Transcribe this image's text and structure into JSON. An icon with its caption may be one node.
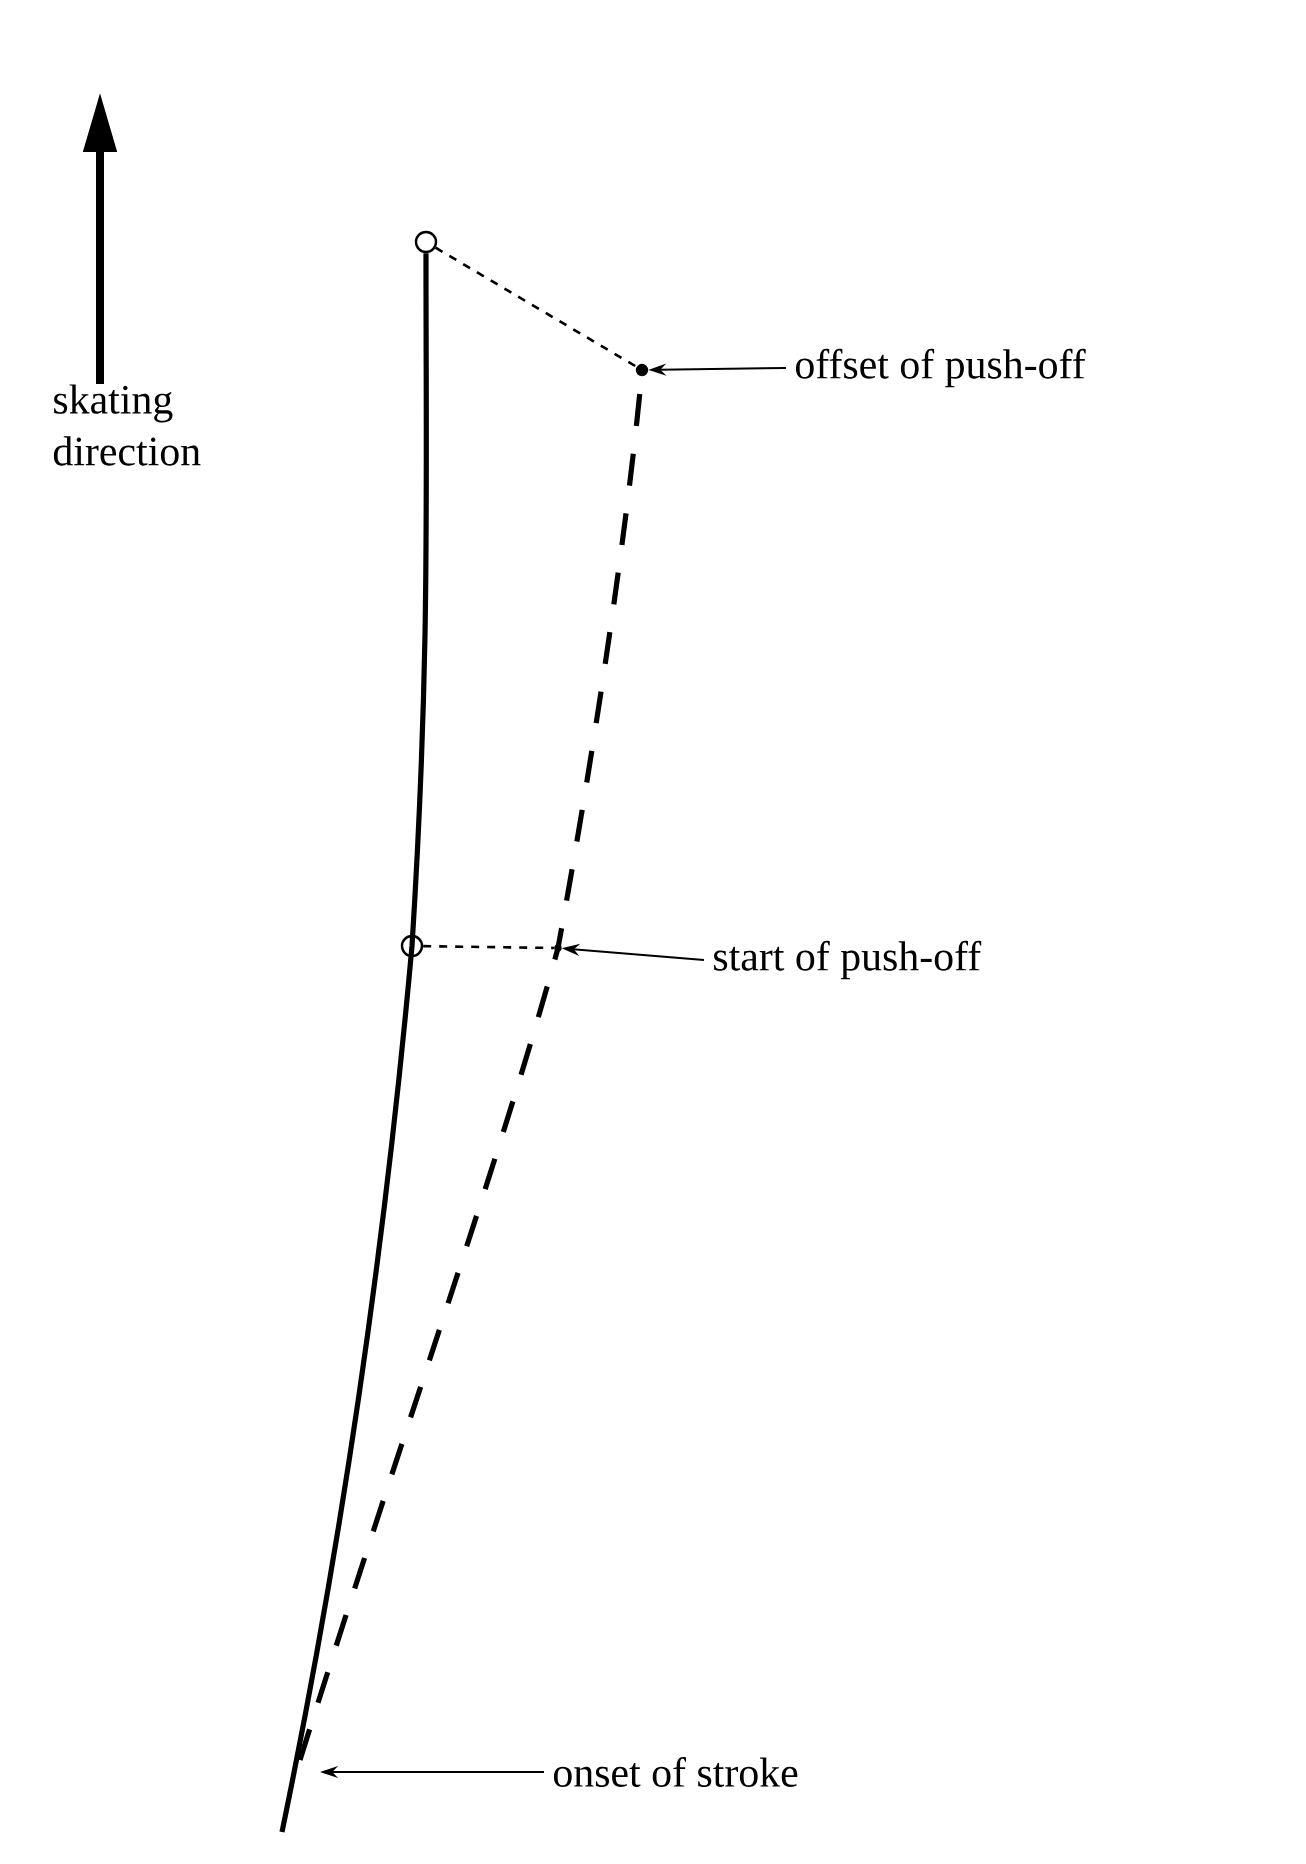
{
  "diagram": {
    "nodes": [
      {
        "text": [],
        "shape": "circle"
      },
      {
        "text": [],
        "shape": "circle"
      },
      {
        "text": [
          "offset of push-off"
        ]
      },
      {
        "text": [],
        "shape": "circle"
      },
      {
        "text": [],
        "shape": "circle"
      },
      {
        "text": [
          "start of push-off"
        ]
      },
      {
        "text": [
          "onset of stroke"
        ]
      }
    ],
    "edges": [
      {
        "from": 0,
        "to": 1,
        "arrow": "none",
        "style": "dashed"
      },
      {
        "from": 2,
        "to": 1,
        "arrow": "to"
      },
      {
        "from": 3,
        "to": 4,
        "arrow": "none",
        "style": "dashed"
      },
      {
        "from": 5,
        "to": 4,
        "arrow": "to"
      },
      {
        "from": 6,
        "to": null,
        "arrow": "to"
      },
      {
        "from": null,
        "to": 0,
        "arrow": "none"
      },
      {
        "from": null,
        "to": 1,
        "arrow": "none",
        "style": "dashed"
      }
    ],
    "labels": [
      "skating direction"
    ]
  }
}
